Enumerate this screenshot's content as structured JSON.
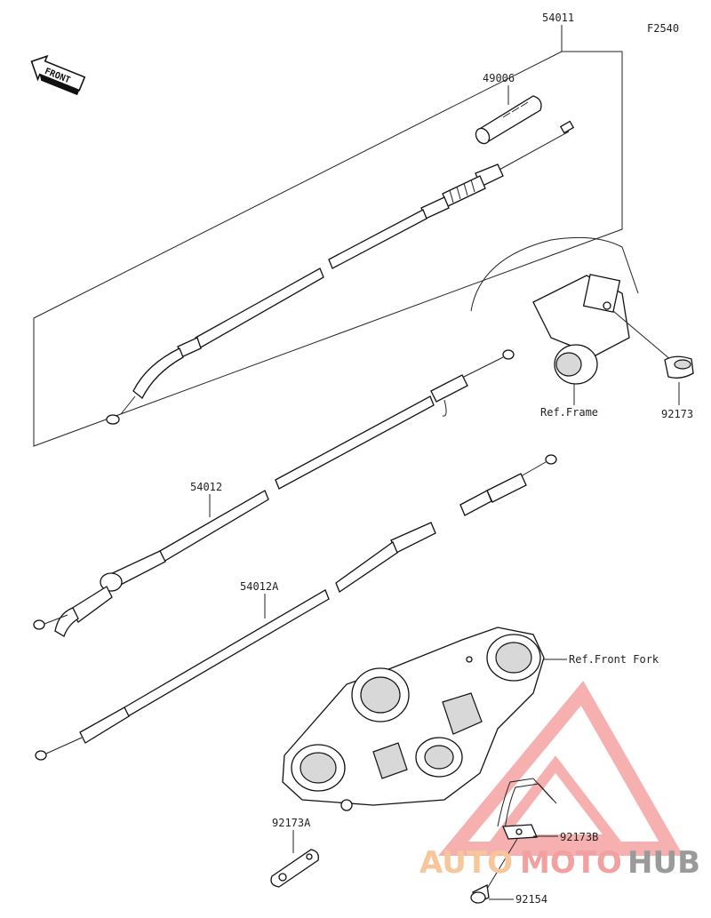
{
  "figure_code": "F2540",
  "front_arrow": {
    "label": "FRONT",
    "icon": "front-arrow-icon"
  },
  "parts": [
    {
      "id": "p54011",
      "number": "54011"
    },
    {
      "id": "p49006",
      "number": "49006"
    },
    {
      "id": "p54012",
      "number": "54012"
    },
    {
      "id": "p54012a",
      "number": "54012A"
    },
    {
      "id": "p92173",
      "number": "92173"
    },
    {
      "id": "p92173a",
      "number": "92173A"
    },
    {
      "id": "p92173b",
      "number": "92173B"
    },
    {
      "id": "p92154",
      "number": "92154"
    }
  ],
  "references": [
    {
      "id": "ref-frame",
      "label": "Ref.Frame"
    },
    {
      "id": "ref-front-fork",
      "label": "Ref.Front Fork"
    }
  ],
  "watermark": {
    "parts": [
      "AUTO",
      "MOTO",
      "HUB"
    ],
    "colors": {
      "auto": "#f7c69a",
      "moto": "#f2a0a0",
      "hub": "#9a9a9a",
      "logo": "#f07070"
    }
  }
}
